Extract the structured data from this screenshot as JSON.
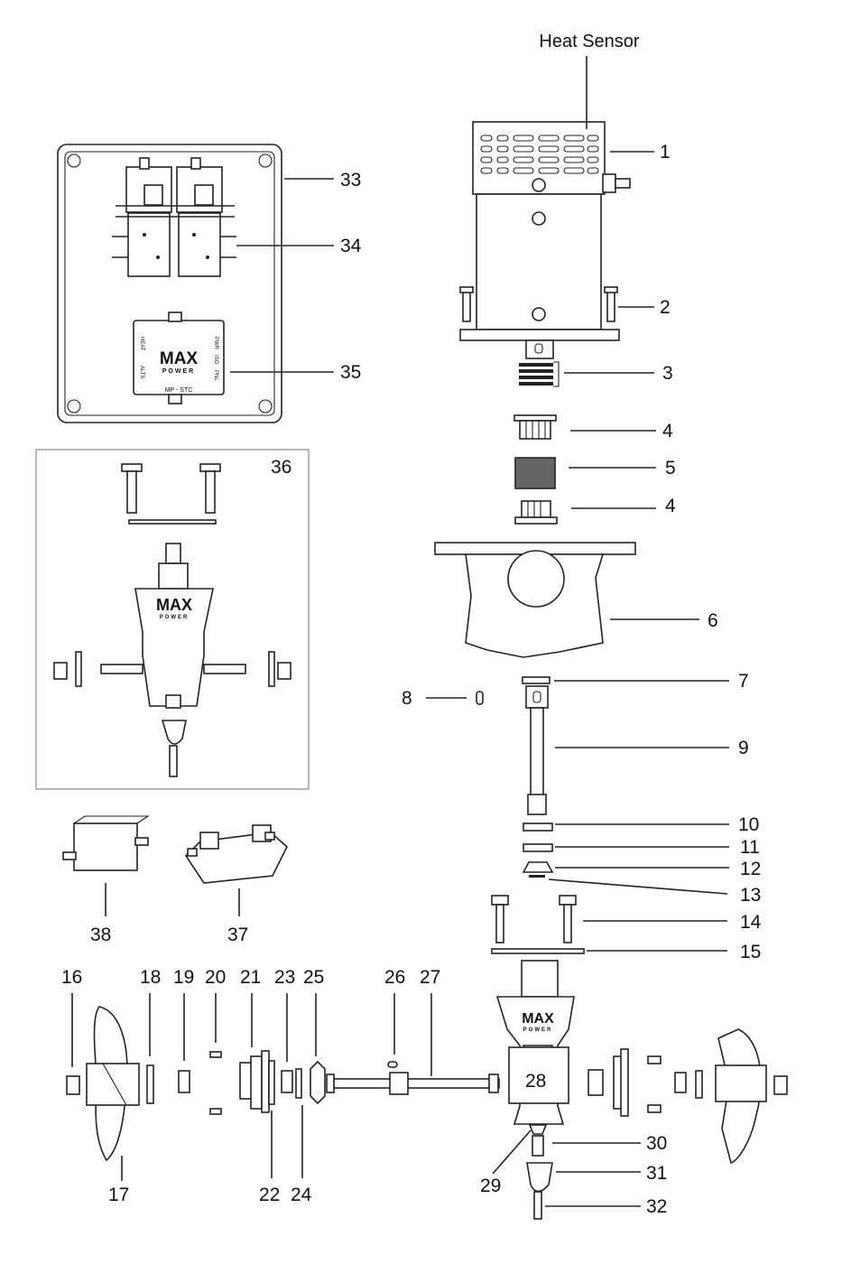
{
  "diagram": {
    "heat_sensor_label": "Heat Sensor",
    "logo": {
      "brand": "MAX",
      "sub": "POWER"
    },
    "controller_labels": {
      "model": "MP - STC",
      "heat": "HEAT",
      "alts": "ALTS",
      "pwr": "PWR",
      "iso": "ISO",
      "pnl": "PNL"
    },
    "callouts": [
      "1",
      "2",
      "3",
      "4",
      "4",
      "5",
      "6",
      "7",
      "8",
      "9",
      "10",
      "11",
      "12",
      "13",
      "14",
      "15",
      "16",
      "17",
      "18",
      "19",
      "20",
      "21",
      "22",
      "23",
      "24",
      "25",
      "26",
      "27",
      "28",
      "29",
      "30",
      "31",
      "32",
      "33",
      "34",
      "35",
      "36",
      "37",
      "38"
    ]
  }
}
